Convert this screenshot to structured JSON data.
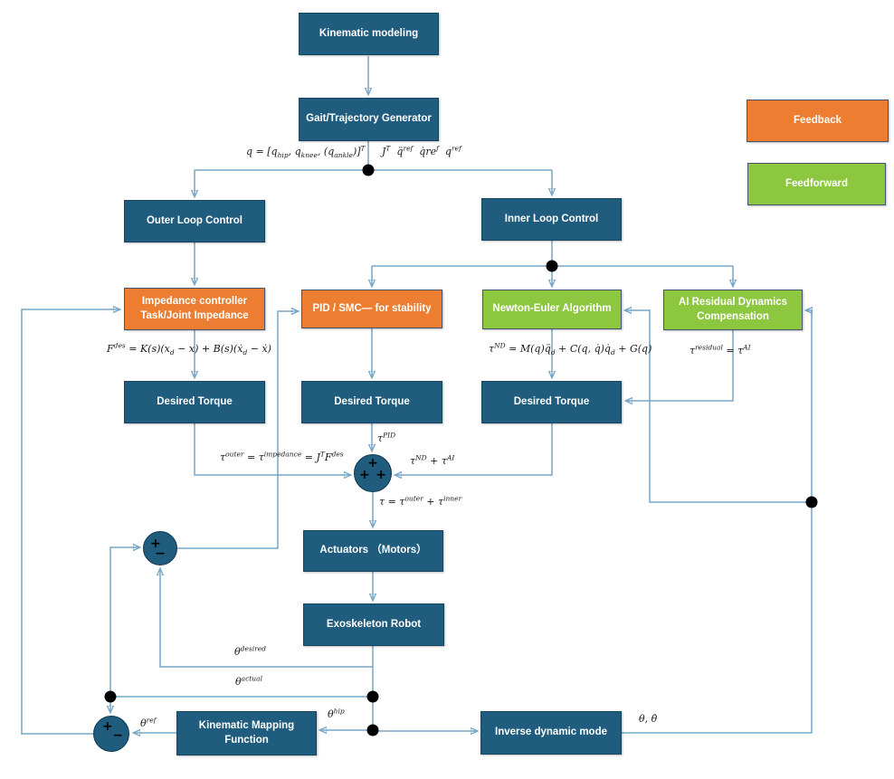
{
  "colors": {
    "node_fill": "#1f5c7d",
    "feedback_fill": "#ed7d31",
    "feedforward_fill": "#8dc63f",
    "wire": "#76a5c6",
    "arrowhead": "#1f5c7d",
    "junction_dot": "#000000"
  },
  "nodes": {
    "kinematic_modeling": "Kinematic modeling",
    "gait_generator": "Gait/Trajectory Generator",
    "outer_loop": "Outer Loop Control",
    "inner_loop": "Inner Loop Control",
    "impedance": "Impedance controller\nTask/Joint Impedance",
    "pid_smc": "PID / SMC— for stability",
    "newton_euler": "Newton-Euler Algorithm",
    "ai_residual": "AI Residual Dynamics\nCompensation",
    "desired_torque_1": "Desired Torque",
    "desired_torque_2": "Desired Torque",
    "desired_torque_3": "Desired Torque",
    "actuators": "Actuators （Motors）",
    "exoskeleton": "Exoskeleton Robot",
    "kinematic_mapping": "Kinematic Mapping\nFunction",
    "inverse_dynamic": "Inverse dynamic mode"
  },
  "legend": {
    "feedback": "Feedback",
    "feedforward": "Feedforward"
  },
  "formulas": {
    "trajectory_q": "q = [q<sub>hip</sub>, q<sub>knee</sub>, (q<sub>ankle</sub>)]<sup>T</sup>",
    "trajectory_refs": "J<sup>T</sup>&nbsp;&nbsp;q̈<sup>ref</sup>&nbsp;&nbsp;q̇re<sup>f</sup>&nbsp;&nbsp;q<sup>ref</sup>",
    "impedance_law": "F<sup>des</sup> = K(s)(x<sub>d</sub> − x) + B(s)(ẋ<sub>d</sub> − ẋ)",
    "newton_law": "τ<sup>ND</sup> = M(q)q̈<sub>d</sub> + C(q, q̇)q̇<sub>d</sub> + G(q)",
    "ai_law": "τ<sup>residual</sup> = τ<sup>AI</sup>",
    "outer_torque": "τ<sup>outer</sup> = τ<sup>impedance</sup> = J<sup>T</sup>F<sup>des</sup>",
    "pid_torque": "τ<sup>PID</sup>",
    "inner_torque": "τ<sup>ND</sup> + τ<sup>AI</sup>",
    "total_torque": "τ = τ<sup>outer</sup> + τ<sup>inner</sup>",
    "theta_desired": "θ<sup>desired</sup>",
    "theta_actual": "θ<sup>actual</sup>",
    "theta_ref": "θ<sup>ref</sup>",
    "theta_hip": "θ<sup>hip</sup>",
    "theta_state": "θ, θ̇"
  },
  "junctions": {
    "main": {
      "signs": [
        "+",
        "+",
        "+"
      ]
    },
    "position_error": {
      "signs": [
        "+",
        "−"
      ]
    },
    "reference_error": {
      "signs": [
        "+",
        "−"
      ]
    }
  }
}
